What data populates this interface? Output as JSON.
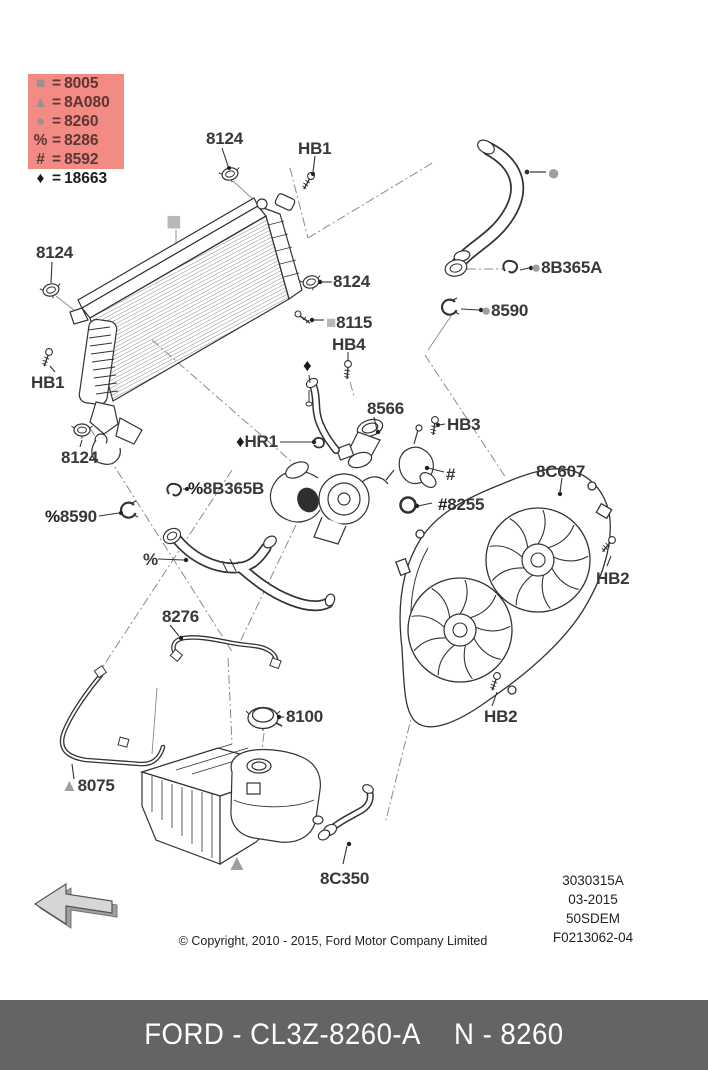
{
  "legend": {
    "equals": "=",
    "items": [
      {
        "symbol": "■",
        "code": "8005",
        "highlighted": true
      },
      {
        "symbol": "▲",
        "code": "8A080",
        "highlighted": true
      },
      {
        "symbol": "●",
        "code": "8260",
        "highlighted": true
      },
      {
        "symbol": "%",
        "code": "8286",
        "highlighted": true
      },
      {
        "symbol": "#",
        "code": "8592",
        "highlighted": true
      },
      {
        "symbol": "♦",
        "code": "18663",
        "highlighted": false
      }
    ]
  },
  "labels": {
    "p8124_top": "8124",
    "hb1_top": "HB1",
    "p8124_left": "8124",
    "hb1_left": "HB1",
    "p8124_bottom": "8124",
    "p8124_mid": "8124",
    "p8115": {
      "symbol": "■",
      "code": "8115"
    },
    "hb4": "HB4",
    "p8566": "8566",
    "hb3": "HB3",
    "hash": "#",
    "p8255": {
      "symbol": "#",
      "code": "8255"
    },
    "p8c607": "8C607",
    "hb2_top": "HB2",
    "hb2_bottom": "HB2",
    "hr1": {
      "symbol": "♦",
      "code": "HR1"
    },
    "p8b365a": {
      "symbol": "●",
      "code": "8B365A"
    },
    "p8590_right": {
      "symbol": "●",
      "code": "8590"
    },
    "p8b365b": {
      "symbol": "%",
      "code": "8B365B"
    },
    "p8590_left": {
      "symbol": "%",
      "code": "8590"
    },
    "percent": "%",
    "p8276": "8276",
    "p8100": "8100",
    "p8075": {
      "symbol": "▲",
      "code": "8075"
    },
    "p8c350": "8C350"
  },
  "markers": {
    "square": "■",
    "circle": "●",
    "triangle": "▲",
    "diamond": "♦"
  },
  "footer": {
    "doc_lines": [
      "3030315A",
      "03-2015",
      "50SDEM",
      "F0213062-04"
    ],
    "copyright": "© Copyright, 2010 - 2015, Ford Motor Company Limited"
  },
  "bottom_bar": {
    "left_text": "FORD - CL3Z-8260-A",
    "right_text": "N - 8260"
  },
  "colors": {
    "legend_highlight": "#F28B84",
    "bar_background": "#646464",
    "marker_gray": "#9E9E9E",
    "marker_light_gray": "#B8B8B8"
  }
}
